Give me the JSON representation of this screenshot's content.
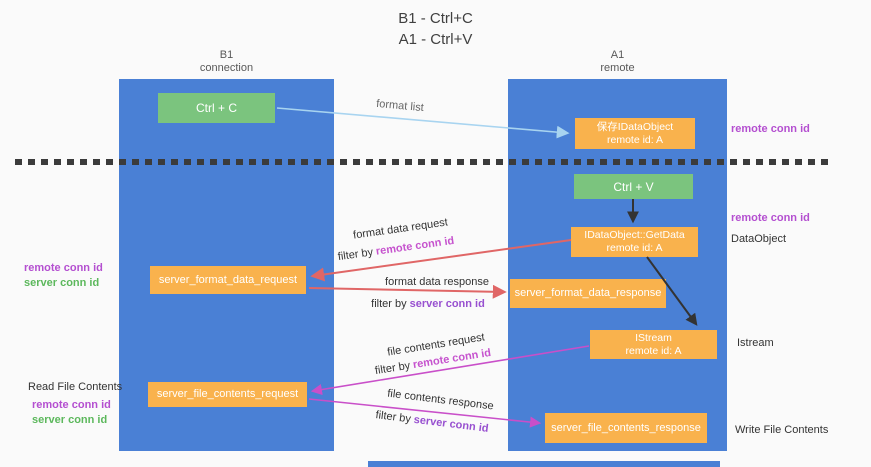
{
  "title": {
    "line1": "B1 - Ctrl+C",
    "line2": "A1 - Ctrl+V"
  },
  "lifelines": {
    "left": {
      "header_line1": "B1",
      "header_line2": "connection"
    },
    "right": {
      "header_line1": "A1",
      "header_line2": "remote"
    }
  },
  "boxes": {
    "ctrl_c": {
      "label": "Ctrl + C"
    },
    "saved_dataobject": {
      "line1": "保存IDataObject",
      "line2": "remote id: A"
    },
    "ctrl_v": {
      "label": "Ctrl + V"
    },
    "getdata": {
      "line1": "IDataObject::GetData",
      "line2": "remote id: A"
    },
    "format_request": {
      "label": "server_format_data_request"
    },
    "format_response": {
      "label": "server_format_data_response"
    },
    "istream": {
      "line1": "IStream",
      "line2": "remote id: A"
    },
    "file_request": {
      "label": "server_file_contents_request"
    },
    "file_response": {
      "label": "server_file_contents_response"
    }
  },
  "arrow_labels": {
    "format_list": "format list",
    "format_data_request": "format data request",
    "format_data_response": "format data response",
    "file_contents_request": "file contents request",
    "file_contents_response": "file contents response",
    "filter_by": "filter by",
    "remote_conn_id": "remote conn id",
    "server_conn_id": "server conn id"
  },
  "side_labels": {
    "left_remote_conn_id": "remote conn id",
    "left_server_conn_id": "server conn id",
    "read_file_contents": "Read File Contents",
    "left_remote_conn_id2": "remote conn id",
    "left_server_conn_id2": "server conn id",
    "right_remote_conn_id_top": "remote conn id",
    "right_remote_conn_id_mid": "remote conn id",
    "dataobject": "DataObject",
    "istream": "Istream",
    "write_file_contents": "Write File Contents"
  },
  "colors": {
    "lifeline_blue": "#4A80D5",
    "box_green": "#7BC47E",
    "box_orange": "#F9B24D",
    "arrow_blue": "#A8D4F0",
    "arrow_red": "#E06666",
    "arrow_magenta": "#C94FC9",
    "arrow_black": "#333333",
    "text_purple": "#B44FD0",
    "text_violet": "#9850D0",
    "text_green": "#5CB85C",
    "dashed_line": "#3B3B3B"
  }
}
